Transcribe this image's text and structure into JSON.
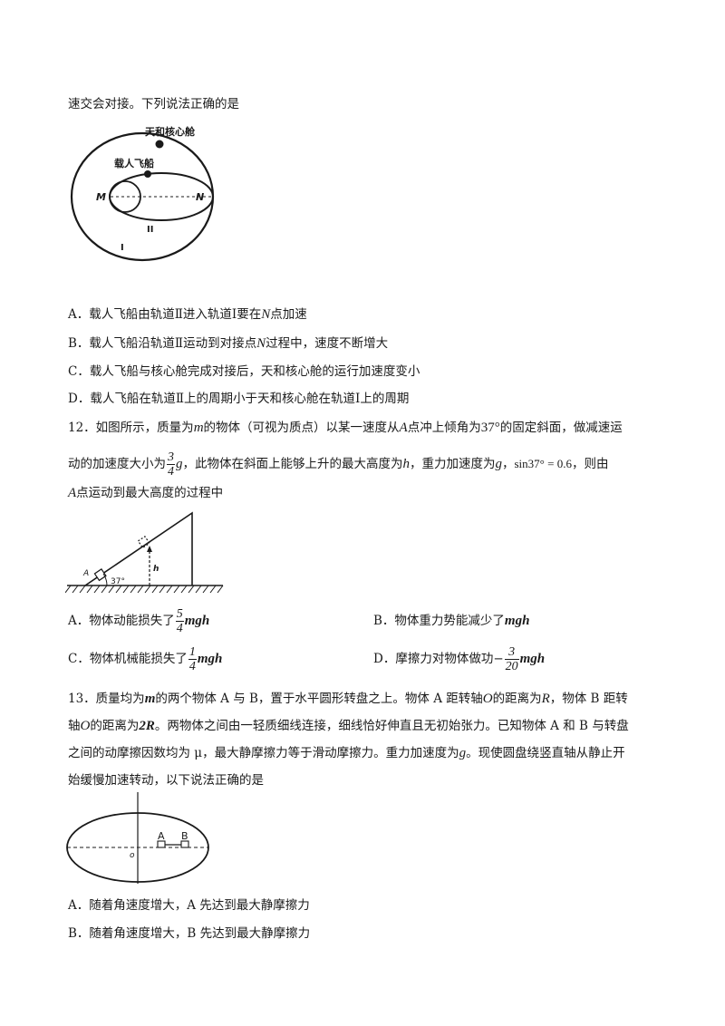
{
  "q11": {
    "stem_tail": "速交会对接。下列说法正确的是",
    "figure": {
      "label_station": "天和核心舱",
      "label_ship": "载人飞船",
      "label_M": "M",
      "label_N": "N",
      "label_orbit2": "II",
      "label_orbit1": "I"
    },
    "options": {
      "A_pre": "A．载人飞船由轨道Ⅱ进入轨道Ⅰ要在",
      "A_var": "N",
      "A_post": "点加速",
      "B_pre": "B．载人飞船沿轨道Ⅱ运动到对接点",
      "B_var": "N",
      "B_post": "过程中，速度不断增大",
      "C": "C．载人飞船与核心舱完成对接后，天和核心舱的运行加速度变小",
      "D": "D．载人飞船在轨道Ⅱ上的周期小于天和核心舱在轨道Ⅰ上的周期"
    }
  },
  "q12": {
    "l1_a": "12．如图所示，质量为",
    "l1_m": "m",
    "l1_b": "的物体（可视为质点）以某一速度从",
    "l1_A": "A",
    "l1_c": "点冲上倾角为",
    "l1_ang": "37°",
    "l1_d": "的固定斜面，做减速运",
    "l2_a": "动的加速度大小为",
    "l2_num": "3",
    "l2_den": "4",
    "l2_g": "g",
    "l2_b": "，此物体在斜面上能够上升的最大高度为",
    "l2_h": "h",
    "l2_c": "，重力加速度为",
    "l2_g2": "g",
    "l2_d": "，",
    "l2_sin": "sin37° = 0.6",
    "l2_e": "，则由",
    "l3_A": "A",
    "l3_a": "点运动到最大高度的过程中",
    "figure": {
      "label_A": "A",
      "label_angle": "37°",
      "label_h": "h"
    },
    "options": {
      "A_pre": "A．物体动能损失了",
      "A_num": "5",
      "A_den": "4",
      "A_var": "mgh",
      "B_pre": "B．物体重力势能减少了",
      "B_var": "mgh",
      "C_pre": "C．物体机械能损失了",
      "C_num": "1",
      "C_den": "4",
      "C_var": "mgh",
      "D_pre": "D．摩擦力对物体做功",
      "D_sign": "−",
      "D_num": "3",
      "D_den": "20",
      "D_var": "mgh"
    }
  },
  "q13": {
    "l1_a": "13．质量均为",
    "l1_m": "m",
    "l1_b": "的两个物体 A 与 B，置于水平圆形转盘之上。物体 A 距转轴",
    "l1_O": "O",
    "l1_c": "的距离为",
    "l1_R": "R",
    "l1_d": "，物体 B 距转",
    "l2_a": "轴",
    "l2_O": "O",
    "l2_b": "的距离为",
    "l2_2R": "2R",
    "l2_c": "。两物体之间由一轻质细线连接，细线恰好伸直且无初始张力。已知物体 A 和 B 与转盘",
    "l3": "之间的动摩擦因数均为 μ，最大静摩擦力等于滑动摩擦力。重力加速度为",
    "l3_g": "g",
    "l3_b": "。现使圆盘绕竖直轴从静止开",
    "l4": "始缓慢加速转动，以下说法正确的是",
    "figure": {
      "label_A": "A",
      "label_B": "B",
      "label_O": "o"
    },
    "options": {
      "A": "A．随着角速度增大，A 先达到最大静摩擦力",
      "B": "B．随着角速度增大，B 先达到最大静摩擦力"
    }
  }
}
